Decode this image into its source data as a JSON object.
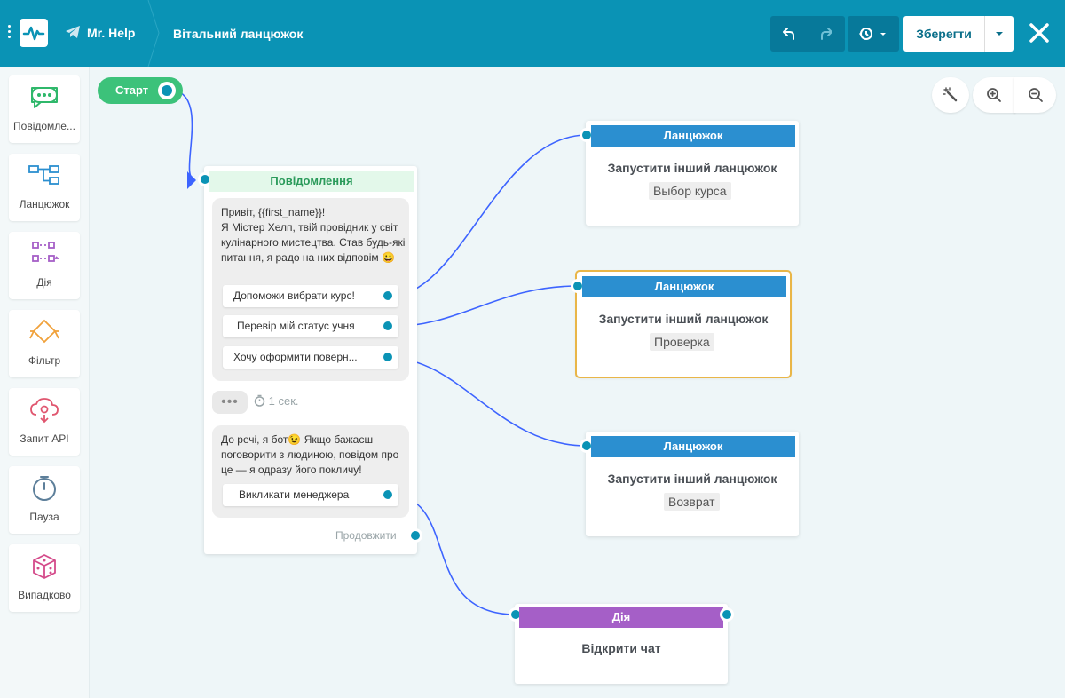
{
  "header": {
    "bot_name": "Mr. Help",
    "flow_name": "Вітальний ланцюжок",
    "save_label": "Зберегти",
    "colors": {
      "bar": "#0a93b5",
      "group": "#07799a"
    }
  },
  "sidebar": {
    "items": [
      {
        "label": "Повідомле...",
        "icon": "message-icon"
      },
      {
        "label": "Ланцюжок",
        "icon": "chain-icon"
      },
      {
        "label": "Дія",
        "icon": "action-icon"
      },
      {
        "label": "Фільтр",
        "icon": "filter-icon"
      },
      {
        "label": "Запит API",
        "icon": "api-icon"
      },
      {
        "label": "Пауза",
        "icon": "timer-icon"
      },
      {
        "label": "Випадково",
        "icon": "dice-icon"
      }
    ]
  },
  "canvas": {
    "start_label": "Старт",
    "message_node": {
      "title": "Повідомлення",
      "text1": "Привіт, {{first_name}}!\nЯ Містер Хелп, твій провідник у світ кулінарного мистецтва. Став будь-які питання, я радо на них відповім 😀",
      "buttons1": [
        "Допоможи вибрати курс!",
        "Перевір мій статус учня",
        "Хочу оформити поверн..."
      ],
      "typing": "•••",
      "delay": "1 сек.",
      "text2": "До речі, я бот😉 Якщо бажаєш поговорити з людиною, повідом про це — я одразу його покличу!",
      "buttons2": [
        "Викликати менеджера"
      ],
      "continue": "Продовжити"
    },
    "chains": [
      {
        "head": "Ланцюжок",
        "title": "Запустити інший ланцюжок",
        "tag": "Выбор курса"
      },
      {
        "head": "Ланцюжок",
        "title": "Запустити інший ланцюжок",
        "tag": "Проверка"
      },
      {
        "head": "Ланцюжок",
        "title": "Запустити інший ланцюжок",
        "tag": "Возврат"
      }
    ],
    "action_node": {
      "head": "Дія",
      "title": "Відкрити чат"
    }
  }
}
